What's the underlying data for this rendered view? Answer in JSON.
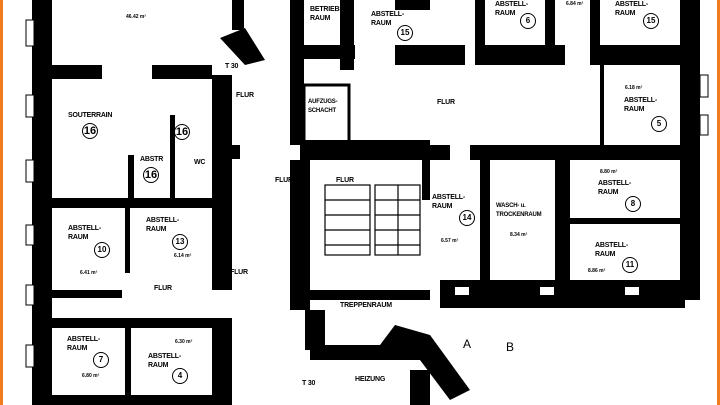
{
  "rooms": {
    "top_area": "46.42 m²",
    "betriebsraum": "BETRIEBS-\nRAUM",
    "abstell15a": {
      "label": "ABSTELL-\nRAUM",
      "num": "15"
    },
    "abstell6": {
      "label": "ABSTELL-\nRAUM",
      "num": "6",
      "area": "6.84 m²"
    },
    "abstell15b": {
      "label": "ABSTELL-\nRAUM",
      "num": "15"
    },
    "aufzug": "AUFZUGS-\nSCHACHT",
    "abstell5": {
      "label": "ABSTELL-\nRAUM",
      "num": "5",
      "area": "6.18 m²"
    },
    "souterrain": {
      "label": "SOUTERRAIN",
      "num": "16"
    },
    "wc": {
      "label": "WC",
      "num": "16"
    },
    "abstr": {
      "label": "ABSTR",
      "num": "16"
    },
    "abstell14": {
      "label": "ABSTELL-\nRAUM",
      "num": "14",
      "area": "6.57 m²"
    },
    "wasch": {
      "label": "WASCH- u.\nTROCKENRAUM",
      "area": "8.34 m²"
    },
    "abstell8": {
      "label": "ABSTELL-\nRAUM",
      "num": "8",
      "area": "8.80 m²"
    },
    "abstell11": {
      "label": "ABSTELL-\nRAUM",
      "num": "11",
      "area": "8.86 m²"
    },
    "abstell10": {
      "label": "ABSTELL-\nRAUM",
      "num": "10",
      "area": "6.41 m²"
    },
    "abstell13": {
      "label": "ABSTELL-\nRAUM",
      "num": "13",
      "area": "6.14 m²"
    },
    "abstell7": {
      "label": "ABSTELL-\nRAUM",
      "num": "7",
      "area": "6.80 m²"
    },
    "abstell4": {
      "label": "ABSTELL-\nRAUM",
      "num": "4",
      "area": "6.30 m²"
    },
    "treppenraum": "TREPPENRAUM",
    "heizung": "HEIZUNG"
  },
  "flur": "FLUR",
  "door_rating": "T 30",
  "section_a": "A",
  "section_b": "B",
  "colors": {
    "frame": "#f07a1e",
    "wall": "#000000"
  }
}
